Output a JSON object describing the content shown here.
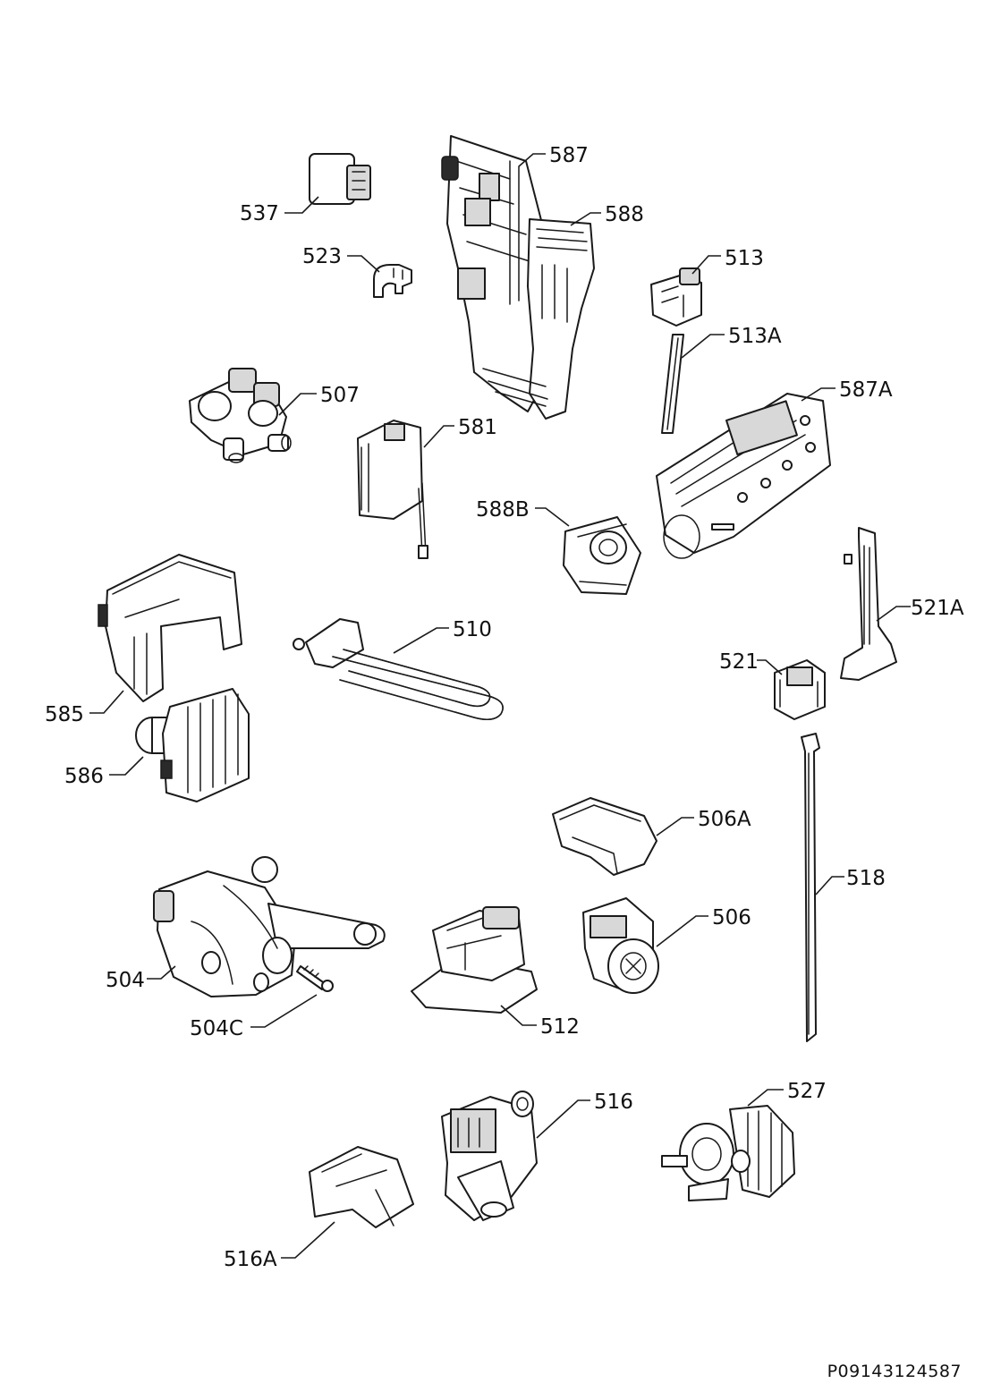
{
  "labels": {
    "p587": "587",
    "p588": "588",
    "p537": "537",
    "p523": "523",
    "p513": "513",
    "p513A": "513A",
    "p507": "507",
    "p581": "581",
    "p587A": "587A",
    "p588B": "588B",
    "p585": "585",
    "p510": "510",
    "p521A": "521A",
    "p521": "521",
    "p586": "586",
    "p506A": "506A",
    "p518": "518",
    "p506": "506",
    "p504": "504",
    "p504C": "504C",
    "p512": "512",
    "p516": "516",
    "p527": "527",
    "p516A": "516A"
  },
  "document_code": "P09143124587"
}
